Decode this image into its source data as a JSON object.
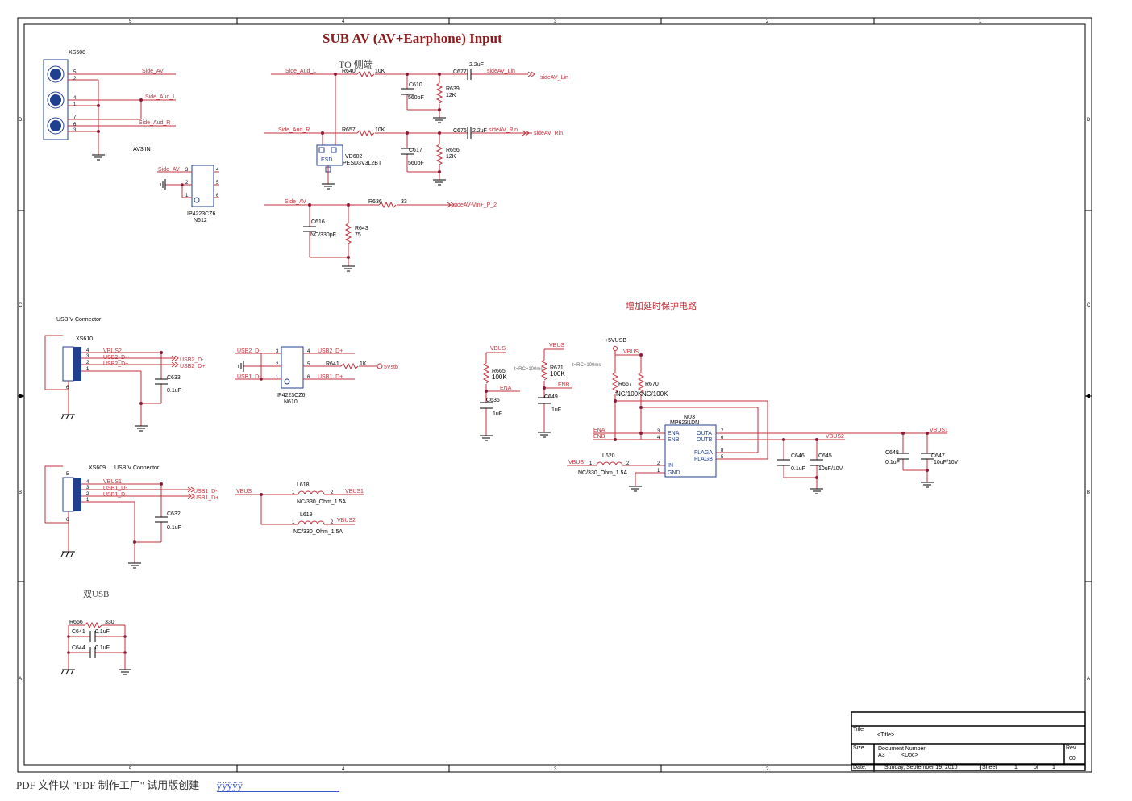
{
  "diagram": {
    "title": "SUB AV (AV+Earphone) Input",
    "zone_cols": [
      "5",
      "4",
      "3",
      "2",
      "1"
    ],
    "zone_rows": [
      "D",
      "C",
      "B",
      "A"
    ],
    "annotations": {
      "to_side": "TO 侧端",
      "delay_note": "增加延时保护电路",
      "dual_usb": "双USB",
      "rc1": "t=RC=100ms",
      "rc2": "t=RC=100ms"
    },
    "av": {
      "connector": "XS608",
      "connector_label": "AV3 IN",
      "pins": [
        "5",
        "2",
        "4",
        "1",
        "7",
        "6",
        "3"
      ],
      "nets": {
        "side_av": "Side_AV",
        "side_aud_l": "Side_Aud_L",
        "side_aud_r": "Side_Aud_R",
        "sideav_lin": "sideAV_Lin",
        "sideav_rin": "sideAV_Rin",
        "sideav_vin": "sideAV-Vin+_P_2"
      },
      "r640": "R640",
      "r640v": "10K",
      "r657": "R657",
      "r657v": "10K",
      "c610": "C610",
      "c610v": "560pF",
      "c617": "C617",
      "c617v": "560pF",
      "r639": "R639",
      "r639v": "12K",
      "r656": "R656",
      "r656v": "12K",
      "c677": "C677",
      "c677v": "2.2uF",
      "c676": "C676",
      "c676v": "2.2uF",
      "vd602": "VD602",
      "vd602v": "PESD3V3L2BT",
      "esd": "ESD",
      "r636": "R636",
      "r636v": "33",
      "c616": "C616",
      "c616v": "NC/330pF",
      "r643": "R643",
      "r643v": "75",
      "n612": "N612",
      "n612v": "IP4223CZ6",
      "n612_pins": [
        "3",
        "4",
        "2",
        "5",
        "1",
        "6"
      ]
    },
    "usb": {
      "header1": "USB V Connector",
      "xs610": "XS610",
      "header2": "USB V Connector",
      "xs609": "XS609",
      "nets": {
        "vbus2": "VBUS2",
        "usb2_dm": "USB2_D-",
        "usb2_dp": "USB2_D+",
        "vbus1": "VBUS1",
        "usb1_dm": "USB1_D-",
        "usb1_dp": "USB1_D+",
        "vbus": "VBUS",
        "fivevstb": "5Vstb"
      },
      "c633": "C633",
      "c633v": "0.1uF",
      "c632": "C632",
      "c632v": "0.1uF",
      "pins": [
        "4",
        "3",
        "2",
        "1"
      ],
      "gpin": "6",
      "tpin": "5",
      "n610": "N610",
      "n610v": "IP4223CZ6",
      "n610_pins": [
        "3",
        "4",
        "2",
        "5",
        "1",
        "6"
      ],
      "r641": "R641",
      "r641v": "1K",
      "l618": "L618",
      "l618v": "NC/330_Ohm_1.5A",
      "l619": "L619",
      "l619v": "NC/330_Ohm_1.5A"
    },
    "power": {
      "vbus": "VBUS",
      "ena": "ENA",
      "enb": "ENB",
      "plus5vusb": "+5VUSB",
      "r665": "R665",
      "r665v": "100K",
      "c636": "C636",
      "c636v": "1uF",
      "r671": "R671",
      "r671v": "100K",
      "c649": "C649",
      "c649v": "1uF",
      "r667": "R667",
      "r667v": "NC/100K",
      "r670": "R670",
      "r670v": "NC/100K",
      "nu3": "NU3",
      "nu3v": "MP6231DN",
      "nu3_pins_left": [
        "ENA",
        "ENB",
        "IN",
        "GND"
      ],
      "nu3_pins_right": [
        "OUTA",
        "OUTB",
        "FLAGA",
        "FLAGB"
      ],
      "nu3_pin_nums_left": [
        "3",
        "4",
        "2",
        "1"
      ],
      "nu3_pin_nums_right": [
        "7",
        "6",
        "8",
        "5"
      ],
      "l620": "L620",
      "l620v": "NC/330_Ohm_1.5A",
      "c646": "C646",
      "c646v": "0.1uF",
      "c645": "C645",
      "c645v": "10uF/10V",
      "c648": "C648",
      "c648v": "0.1uF",
      "c647": "C647",
      "c647v": "10uF/10V",
      "vbus1": "VBUS1",
      "vbus2": "VBUS2"
    },
    "misc": {
      "r666": "R666",
      "r666v": "330",
      "c641": "C641",
      "c641v": "0.1uF",
      "c644": "C644",
      "c644v": "0.1uF"
    },
    "titleblock": {
      "title_label": "Title",
      "title_value": "<Title>",
      "size_label": "Size",
      "size_value": "A3",
      "docnum_label": "Document Number",
      "docnum_value": "<Doc>",
      "rev_label": "Rev",
      "rev_value": "00",
      "date_label": "Date:",
      "date_value": "Sunday, September 19, 2010",
      "sheet_label": "Sheet",
      "sheet_value": "1",
      "of_label": "of",
      "of_value": "1"
    }
  },
  "footer": {
    "text": "PDF 文件以 \"PDF 制作工厂\" 试用版创建",
    "link": "ÿÿÿÿÿ"
  }
}
